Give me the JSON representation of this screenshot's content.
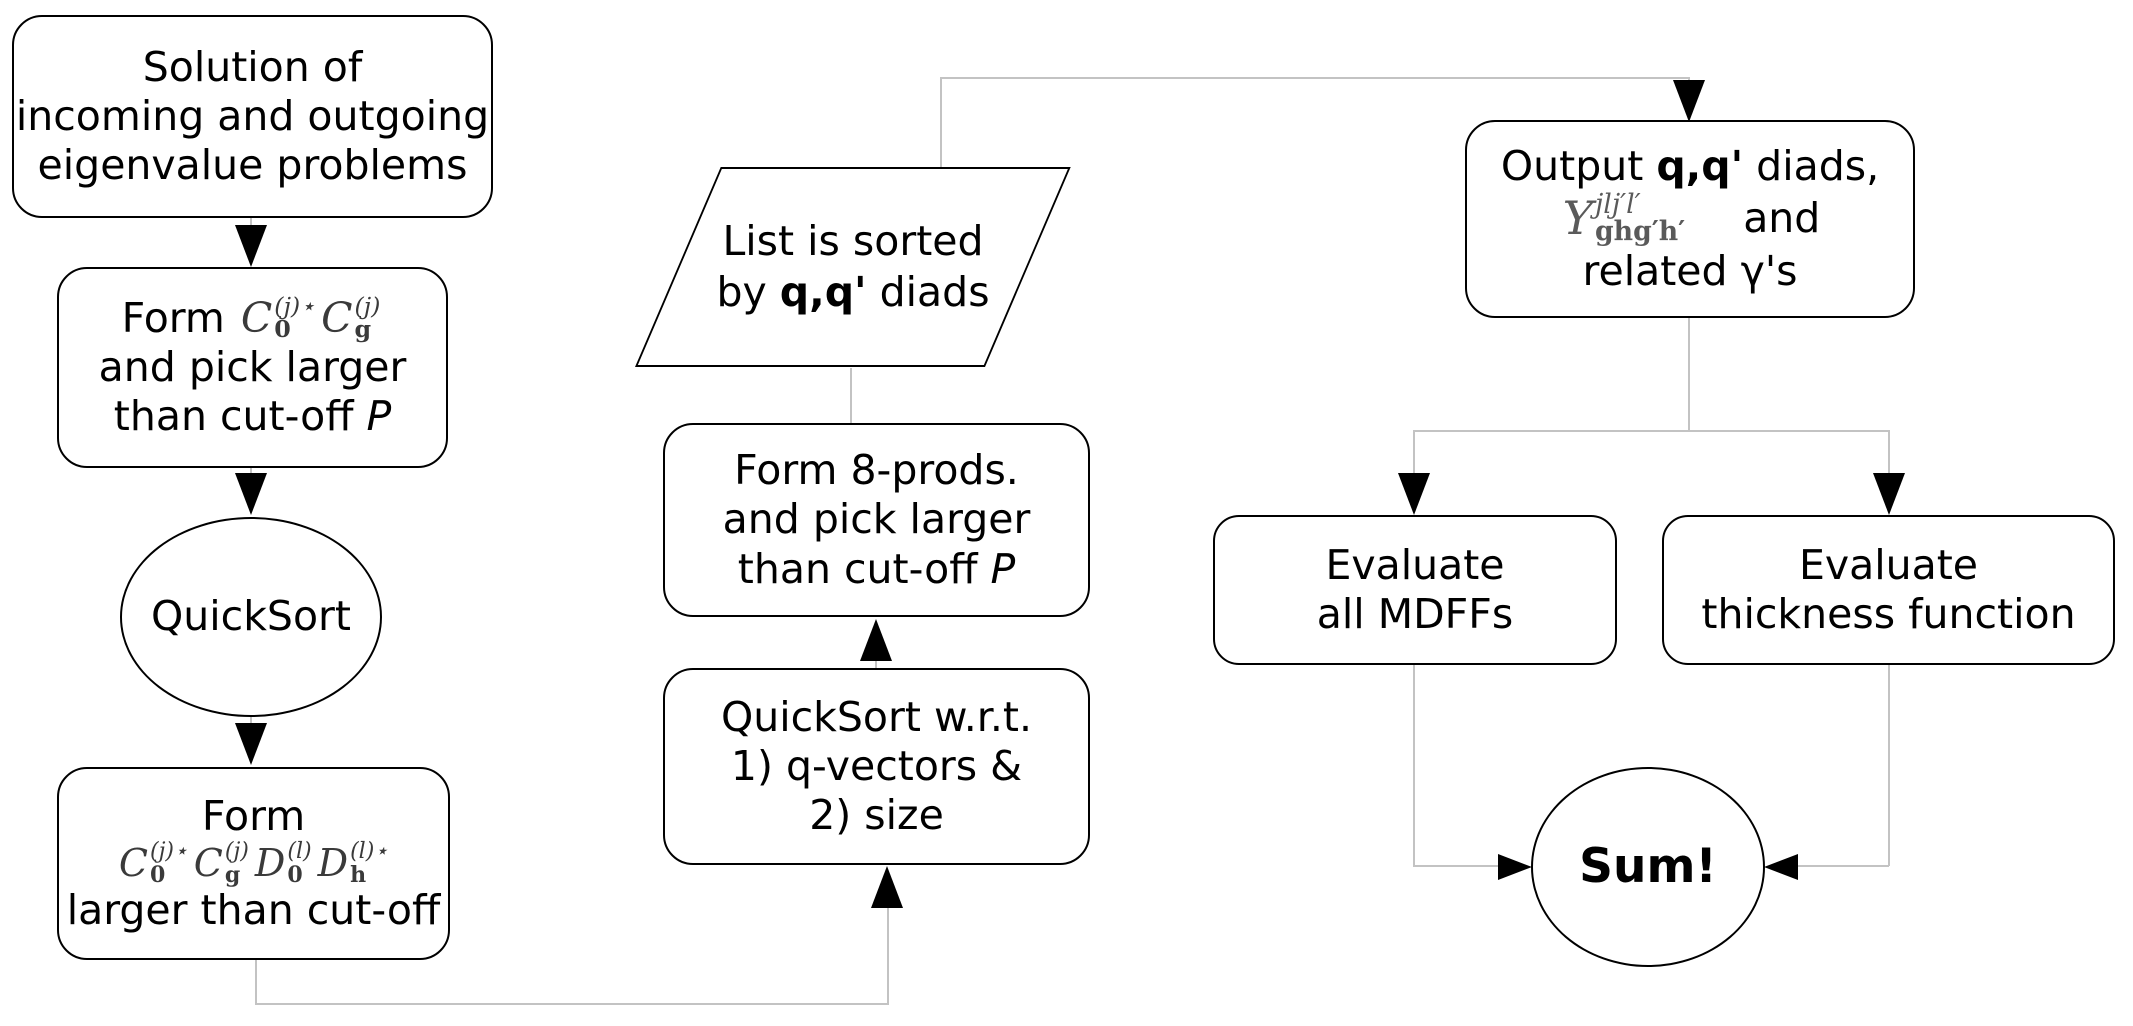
{
  "diagram": {
    "type": "flowchart",
    "background_color": "#ffffff",
    "node_border_color": "#000000",
    "connector_color": "#c3c3c3",
    "arrowhead_color": "#000000",
    "text_color": "#000000",
    "math_color": "#3a3a3a"
  },
  "nodes": {
    "solution": {
      "lines": [
        "Solution of",
        "incoming and outgoing",
        "eigenvalue problems"
      ]
    },
    "form_cc": {
      "line1_prefix": "Form",
      "math": [
        {
          "base": "C",
          "sup": "(j)⋆",
          "sub": "0"
        },
        {
          "base": "C",
          "sup": "(j)",
          "sub": "g"
        }
      ],
      "line2": "and pick larger",
      "line3_prefix": "than cut-off ",
      "line3_italic": "P"
    },
    "quicksort": {
      "label": "QuickSort"
    },
    "form_ccdd": {
      "line1": "Form",
      "math": [
        {
          "base": "C",
          "sup": "(j)⋆",
          "sub": "0"
        },
        {
          "base": "C",
          "sup": "(j)",
          "sub": "g"
        },
        {
          "base": "D",
          "sup": "(l)",
          "sub": "0"
        },
        {
          "base": "D",
          "sup": "(l)⋆",
          "sub": "h"
        }
      ],
      "line3": "larger than cut-off"
    },
    "sorted_list": {
      "line1": "List is sorted",
      "line2_prefix": "by ",
      "line2_bold": "q,q'",
      "line2_suffix": " diads"
    },
    "form8": {
      "line1": "Form 8-prods.",
      "line2": "and pick larger",
      "line3_prefix": "than cut-off ",
      "line3_italic": "P"
    },
    "quicksort_wrt": {
      "lines": [
        "QuickSort w.r.t.",
        "1) q-vectors &",
        "2) size"
      ]
    },
    "output": {
      "line1_prefix": "Output ",
      "line1_bold": "q,q'",
      "line1_suffix": " diads,",
      "math": {
        "base": "Y",
        "sup": "jlj′l′",
        "sub": "ghg′h′"
      },
      "line2_text": "and",
      "line3": "related γ's"
    },
    "mdff": {
      "lines": [
        "Evaluate",
        "all MDFFs"
      ]
    },
    "thickness": {
      "lines": [
        "Evaluate",
        "thickness function"
      ]
    },
    "sum": {
      "label": "Sum!"
    }
  }
}
